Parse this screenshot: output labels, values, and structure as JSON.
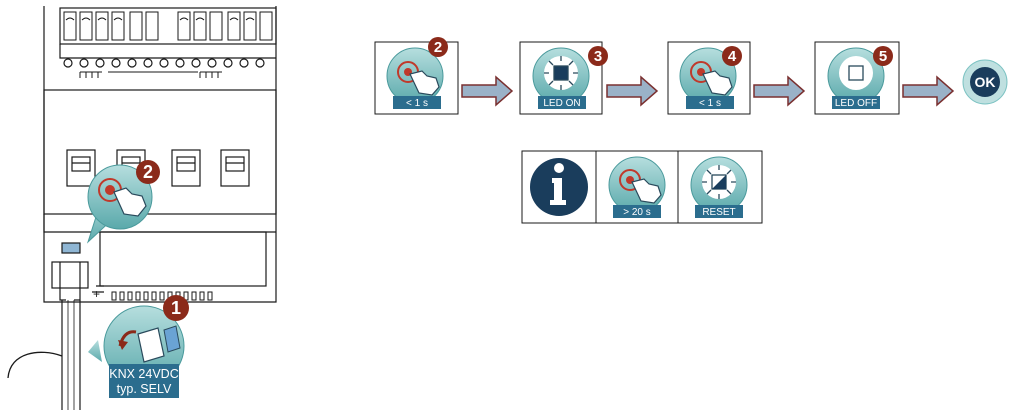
{
  "device": {
    "knx_line1": "KNX 24VDC",
    "knx_line2": "typ. SELV",
    "step_prog": "2",
    "step_connect": "1"
  },
  "sequence": [
    {
      "label": "< 1 s",
      "step": "2",
      "icon": "press-button-icon"
    },
    {
      "label": "LED ON",
      "step": "3",
      "icon": "led-on-icon"
    },
    {
      "label": "< 1 s",
      "step": "4",
      "icon": "press-button-icon"
    },
    {
      "label": "LED OFF",
      "step": "5",
      "icon": "led-off-icon"
    }
  ],
  "ok_label": "OK",
  "info_panel": {
    "icon": "info-icon",
    "press_label": "> 20 s",
    "reset_label": "RESET"
  },
  "colors": {
    "accent_teal": "#7dc3c3",
    "dark_blue": "#1a3d5c",
    "badge_red": "#8b2a1a",
    "arrow_fill": "#9ab2c8"
  }
}
